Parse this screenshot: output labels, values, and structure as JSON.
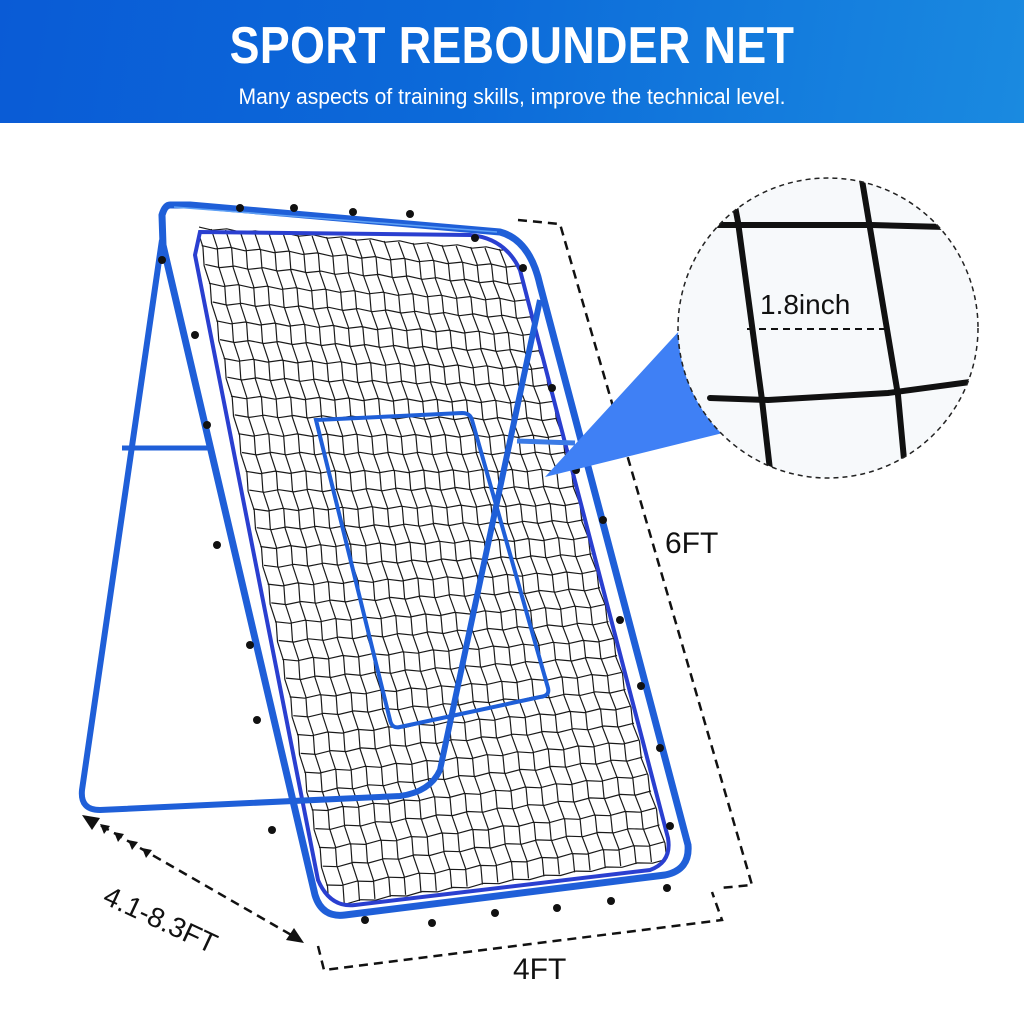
{
  "header": {
    "title": "SPORT REBOUNDER NET",
    "subtitle": "Many aspects of training skills, improve the technical level."
  },
  "product": {
    "name": "Sport rebounder net",
    "frame_color": "#1f5fd8",
    "net_color": "#111111",
    "callout_color": "#3f80f5"
  },
  "dimensions": {
    "height_label": "6FT",
    "width_label": "4FT",
    "depth_label": "4.1-8.3FT",
    "mesh_label": "1.8inch"
  },
  "header_colors": {
    "gradient_start": "#0a5bd6",
    "gradient_end": "#1a8ae0",
    "text": "#ffffff"
  }
}
